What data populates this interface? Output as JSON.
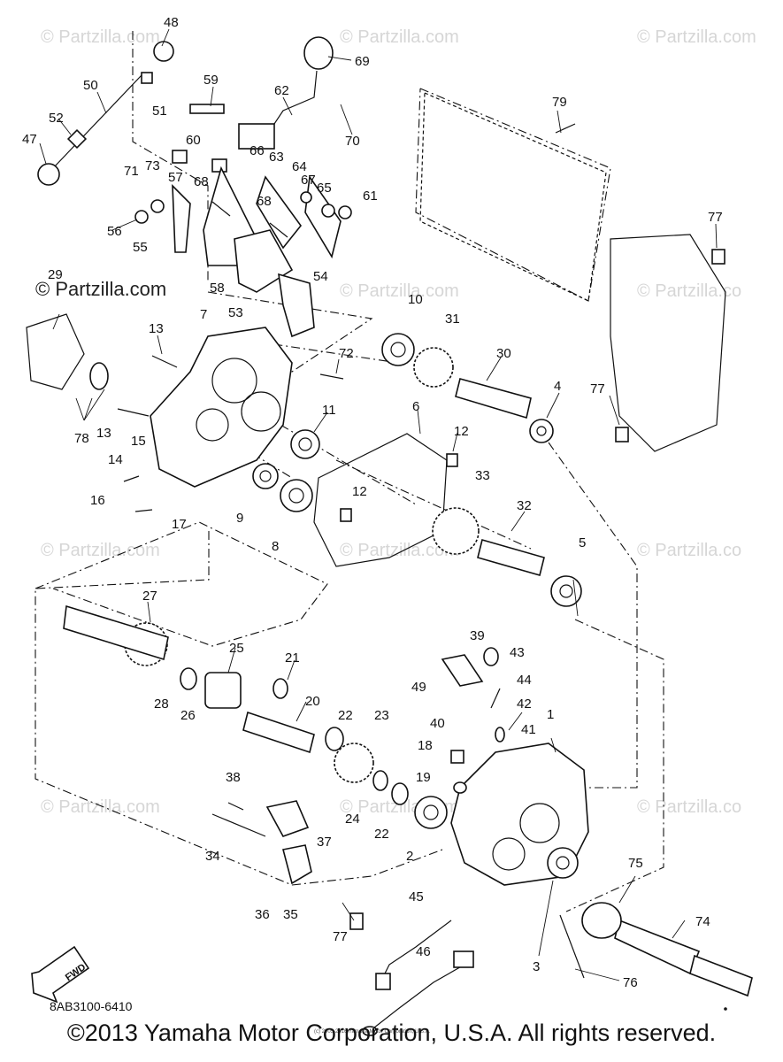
{
  "watermarks": [
    {
      "id": "tl",
      "text": "© Partzilla.com"
    },
    {
      "id": "tc",
      "text": "© Partzilla.com"
    },
    {
      "id": "tr",
      "text": "© Partzilla.com"
    },
    {
      "id": "ml",
      "text": "© Partzilla.com"
    },
    {
      "id": "mc",
      "text": "© Partzilla.com"
    },
    {
      "id": "mr",
      "text": "© Partzilla.co"
    },
    {
      "id": "ll",
      "text": "© Partzilla.com"
    },
    {
      "id": "lc",
      "text": "© Partzilla.com"
    },
    {
      "id": "lr",
      "text": "© Partzilla.co"
    },
    {
      "id": "bl",
      "text": "© Partzilla.com"
    },
    {
      "id": "bc",
      "text": "© Partzilla.com"
    },
    {
      "id": "br",
      "text": "© Partzilla.co"
    }
  ],
  "prominent_watermark": "© Partzilla.com",
  "callouts": [
    "48",
    "69",
    "50",
    "59",
    "62",
    "51",
    "79",
    "52",
    "70",
    "47",
    "60",
    "66",
    "63",
    "64",
    "71",
    "73",
    "57",
    "67",
    "65",
    "61",
    "77",
    "68",
    "56",
    "68",
    "55",
    "58",
    "53",
    "54",
    "29",
    "7",
    "10",
    "31",
    "13",
    "72",
    "30",
    "4",
    "77",
    "78",
    "13",
    "11",
    "6",
    "12",
    "15",
    "14",
    "33",
    "12",
    "32",
    "16",
    "9",
    "17",
    "8",
    "5",
    "27",
    "25",
    "39",
    "43",
    "21",
    "49",
    "44",
    "42",
    "28",
    "26",
    "20",
    "40",
    "41",
    "22",
    "23",
    "1",
    "18",
    "38",
    "19",
    "24",
    "22",
    "2",
    "37",
    "34",
    "75",
    "45",
    "74",
    "36",
    "35",
    "77",
    "3",
    "46",
    "76"
  ],
  "fwd_label": "FWD",
  "diagram_code": "8AB3100-6410",
  "small_copyright": "(c) 2005-2016 Yamaha Motor Corporation, U.S.A.",
  "copyright": "©2013 Yamaha Motor Corporation, U.S.A. All rights reserved."
}
